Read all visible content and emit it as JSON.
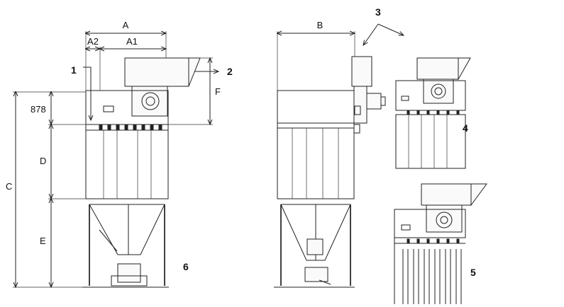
{
  "dimensions": {
    "a": "A",
    "a1": "A1",
    "a2": "A2",
    "b": "B",
    "c": "C",
    "d": "D",
    "e": "E",
    "f": "F",
    "value_878": "878"
  },
  "callouts": {
    "n1": "1",
    "n2": "2",
    "n3": "3",
    "n4": "4",
    "n5": "5",
    "n6": "6"
  },
  "colors": {
    "line": "#222222",
    "background": "#ffffff"
  }
}
